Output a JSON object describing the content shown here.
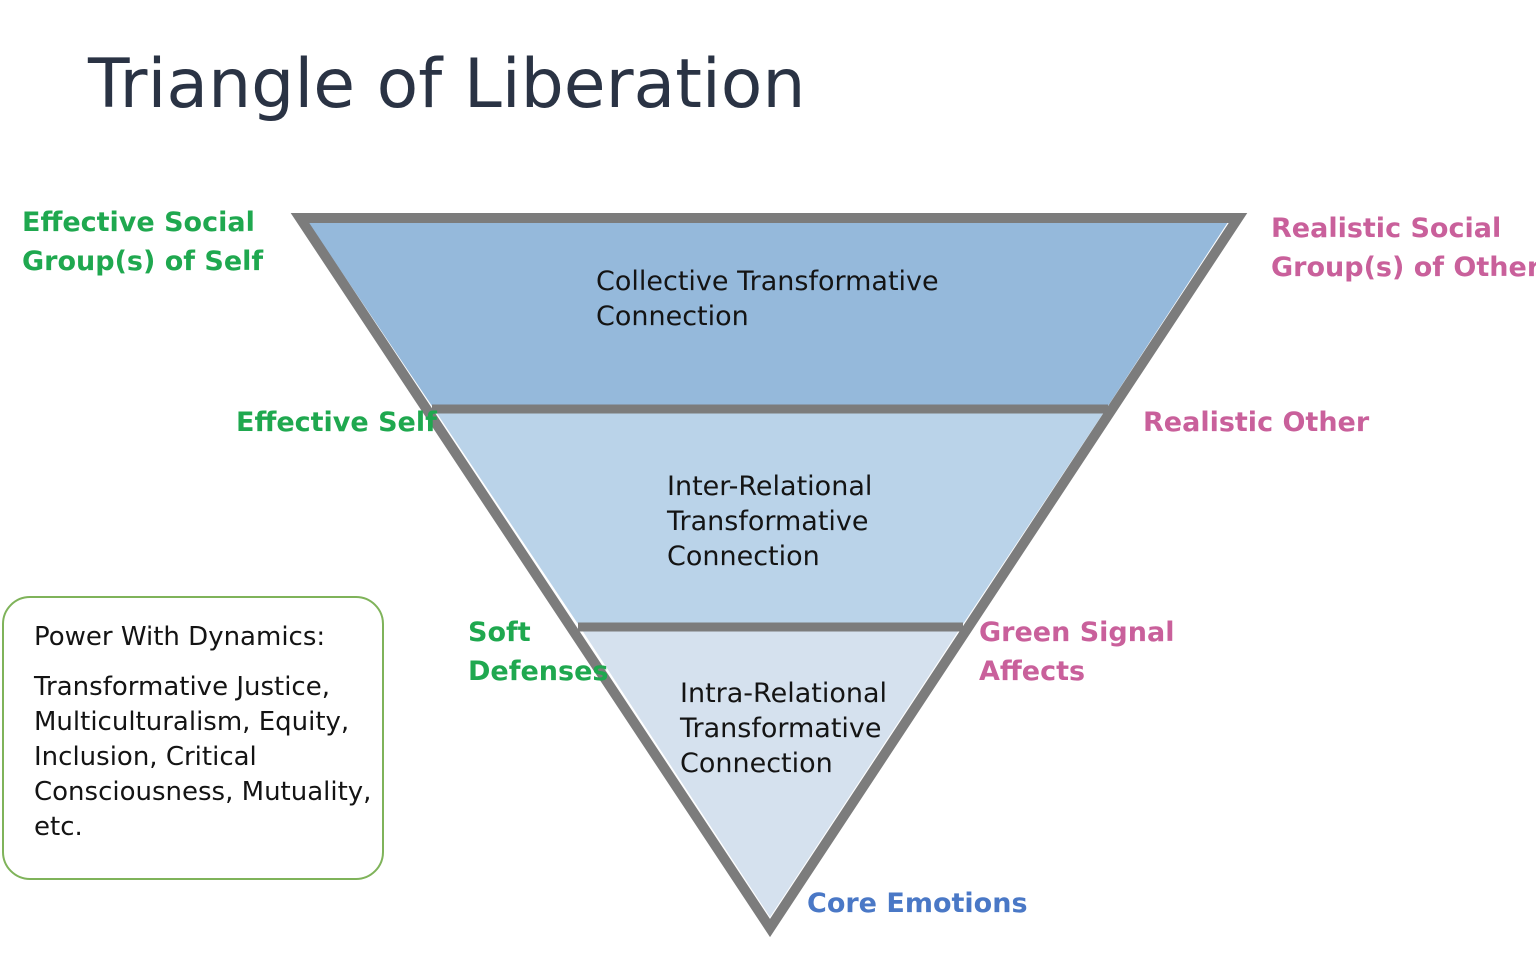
{
  "title": "Triangle of Liberation",
  "tiers": [
    {
      "lines": [
        "Collective Transformative",
        "Connection"
      ],
      "fill": "#95b9db"
    },
    {
      "lines": [
        "Inter-Relational",
        "Transformative",
        "Connection"
      ],
      "fill": "#bad3e9"
    },
    {
      "lines": [
        "Intra-Relational",
        "Transformative",
        "Connection"
      ],
      "fill": "#d5e1ee"
    }
  ],
  "left_labels": {
    "social_group_self": [
      "Effective Social",
      "Group(s) of Self"
    ],
    "effective_self": "Effective Self",
    "soft_defenses": [
      "Soft",
      "Defenses"
    ]
  },
  "right_labels": {
    "social_group_other": [
      "Realistic Social",
      "Group(s) of Other"
    ],
    "realistic_other": "Realistic Other",
    "green_signal": [
      "Green Signal",
      "Affects"
    ]
  },
  "bottom_label": "Core Emotions",
  "dynamics_box": {
    "heading": "Power With Dynamics:",
    "body": [
      "Transformative Justice,",
      "Multiculturalism, Equity,",
      "Inclusion, Critical",
      "Consciousness, Mutuality,",
      "etc."
    ]
  },
  "colors": {
    "outline": "#7c7c7c",
    "title": "#2a3344",
    "left_labels": "#1fa84f",
    "right_labels": "#c9609b",
    "bottom_label": "#4a78c6",
    "box_border": "#7fb35a"
  }
}
